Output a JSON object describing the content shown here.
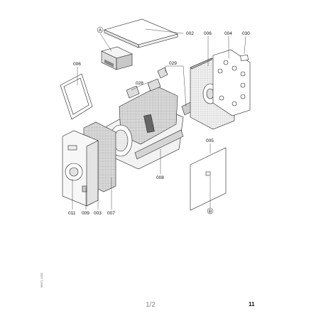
{
  "diagram": {
    "callouts": [
      {
        "id": "A",
        "text": "A"
      },
      {
        "id": "B",
        "text": "B"
      }
    ],
    "labels": {
      "p002": "002",
      "p006a": "006",
      "p004": "004",
      "p030": "030",
      "p006b": "006",
      "p029": "029",
      "p028": "028",
      "p005": "005",
      "p008": "008",
      "p011": "011",
      "p009": "009",
      "p003": "003",
      "p007": "007"
    }
  },
  "footer": {
    "page_fraction": "1/2",
    "page_number": "11",
    "doc_ref": "96671 2002"
  }
}
